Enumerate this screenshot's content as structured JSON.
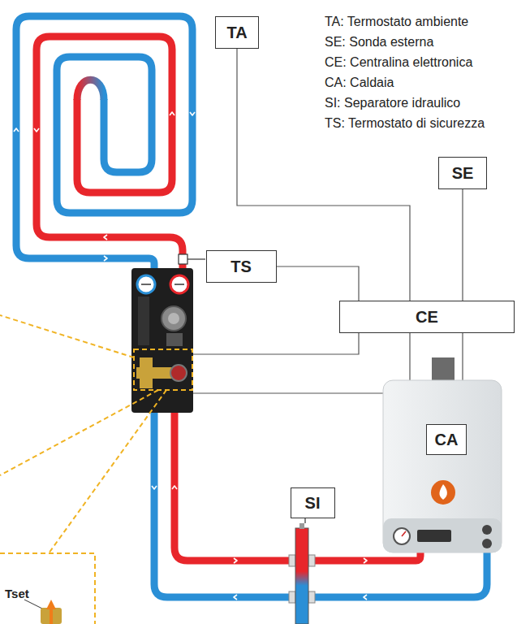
{
  "diagram": {
    "nodes": [
      {
        "text": [
          "TA"
        ]
      },
      {
        "text": [
          "SE"
        ]
      },
      {
        "text": [
          "TS"
        ]
      },
      {
        "text": [
          "CE"
        ]
      },
      {
        "text": [
          "CA"
        ]
      },
      {
        "text": [
          "SI"
        ]
      }
    ],
    "edges": [
      {
        "from": 0,
        "to": 3,
        "arrow": "none"
      },
      {
        "from": 1,
        "to": 3,
        "arrow": "none"
      },
      {
        "from": 2,
        "to": 3,
        "arrow": "none"
      },
      {
        "from": 3,
        "to": 4,
        "arrow": "none"
      }
    ],
    "labels": [
      "TA: Termostato ambiente",
      "SE: Sonda esterna",
      "CE: Centralina elettronica",
      "CA: Caldaia",
      "SI: Separatore idraulico",
      "TS: Termostato di sicurezza",
      "Tset"
    ]
  }
}
